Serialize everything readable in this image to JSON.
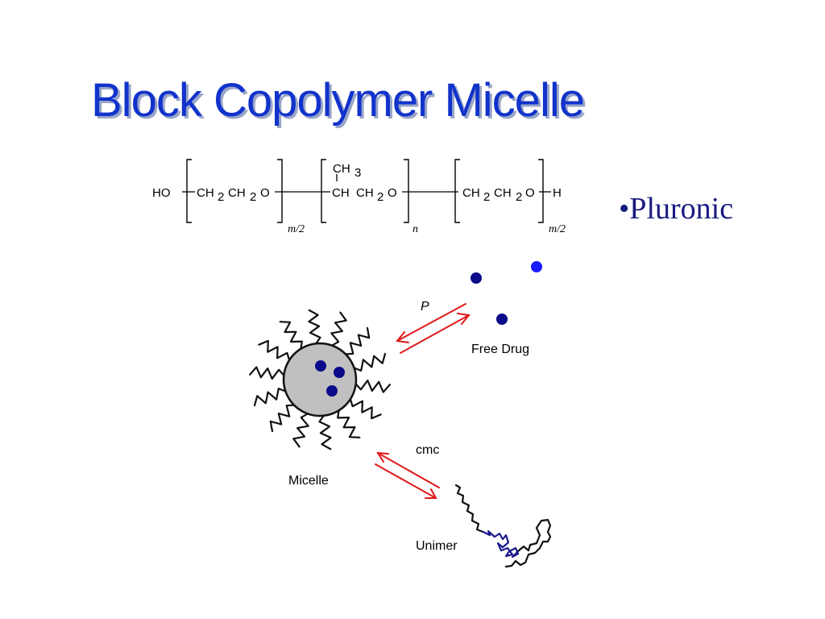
{
  "slide": {
    "title": "Block Copolymer Micelle",
    "bullet": "•Pluronic"
  },
  "formula": {
    "tokens": {
      "ho": "HO",
      "ch_a": "CH",
      "two_a": "2",
      "ch_b": "CH",
      "two_b": "2",
      "o_a": "O",
      "ch3_ch": "CH",
      "ch3_3": "3",
      "ch_c": "CH",
      "ch_d": "CH",
      "two_c": "2",
      "o_b": "O",
      "ch_e": "CH",
      "two_d": "2",
      "ch_f": "CH",
      "two_e": "2",
      "o_c": "O",
      "h_end": "H"
    },
    "subscripts": {
      "block1": "m/2",
      "block2": "n",
      "block3": "m/2"
    }
  },
  "diagram": {
    "labels": {
      "p": "P",
      "free_drug": "Free Drug",
      "cmc": "cmc",
      "micelle": "Micelle",
      "unimer": "Unimer"
    },
    "colors": {
      "arrow": "#e01818",
      "drug_dark": "#0a0a8a",
      "drug_bright": "#1a1aff",
      "micelle_core": "#c0c0c0",
      "hydrophobic_block": "#1a1a8c"
    }
  }
}
